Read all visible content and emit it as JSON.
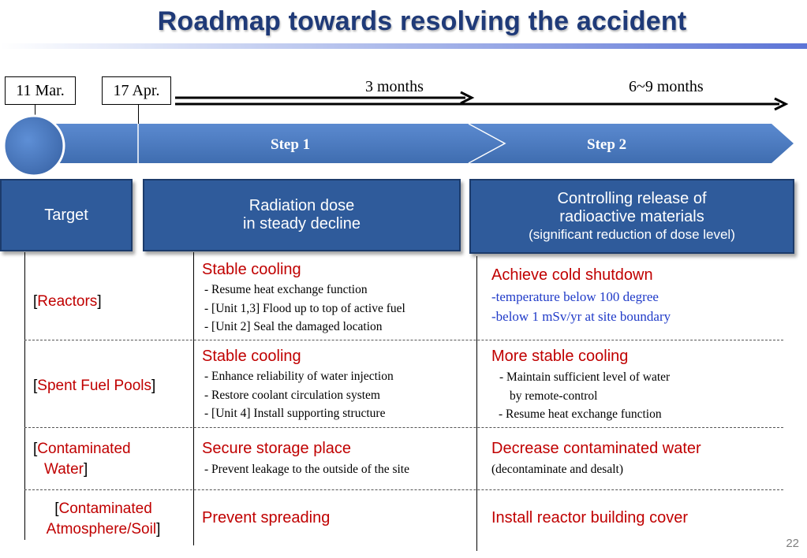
{
  "title": "Roadmap towards resolving the accident",
  "timeline": {
    "dates": [
      "11 Mar.",
      "17 Apr."
    ],
    "durations": [
      "3 months",
      "6~9 months"
    ],
    "steps": [
      "Step 1",
      "Step 2"
    ]
  },
  "headers": {
    "target": "Target",
    "step1": [
      "Radiation dose",
      "in steady decline"
    ],
    "step2": [
      "Controlling release of",
      "radioactive materials",
      "(significant reduction of dose level)"
    ]
  },
  "rows": [
    {
      "category": [
        "[",
        "Reactors",
        "]"
      ],
      "step1_title": "Stable cooling",
      "step1_details": [
        "- Resume heat exchange function",
        "- [Unit 1,3] Flood up to top of active fuel",
        "- [Unit 2] Seal the damaged location"
      ],
      "step2_title": "Achieve cold shutdown",
      "step2_details": [
        "-temperature below 100 degree",
        "-below 1 mSv/yr at site boundary"
      ]
    },
    {
      "category": [
        "[",
        "Spent Fuel Pools",
        "]"
      ],
      "step1_title": "Stable cooling",
      "step1_details": [
        "- Enhance reliability of water injection",
        "- Restore coolant circulation system",
        "- [Unit 4] Install supporting structure"
      ],
      "step2_title": "More stable cooling",
      "step2_details": [
        "- Maintain sufficient level of water",
        "by remote-control",
        "- Resume heat exchange function"
      ]
    },
    {
      "category": [
        "[",
        "Contaminated",
        "Water",
        "]"
      ],
      "step1_title": "Secure storage place",
      "step1_details": [
        "- Prevent leakage to the outside of the site"
      ],
      "step2_title": "Decrease contaminated water",
      "step2_details": [
        "(decontaminate and desalt)"
      ]
    },
    {
      "category": [
        "[",
        "Contaminated",
        "Atmosphere/Soil",
        "]"
      ],
      "step1_title": "Prevent spreading",
      "step1_details": [],
      "step2_title": "Install reactor building cover",
      "step2_details": []
    }
  ],
  "page_number": "22",
  "colors": {
    "title": "#1f3a78",
    "header_fill": "#2f5b9b",
    "band_fill": "#4a79bd",
    "accent_red": "#c00000",
    "detail_blue": "#1f3ac8"
  }
}
